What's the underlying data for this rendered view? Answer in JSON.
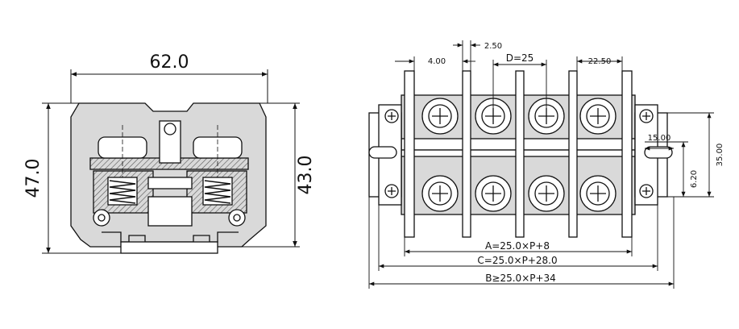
{
  "side_view": {
    "width_label": "62.0",
    "height_left_label": "47.0",
    "height_right_label": "43.0"
  },
  "top_view": {
    "dim_4": "4.00",
    "dim_250": "2.50",
    "dim_d": "D=25",
    "dim_2250": "22.50",
    "dim_1500": "15.00",
    "dim_620": "6.20",
    "dim_3500": "35.00",
    "formula_a": "A=25.0×P+8",
    "formula_c": "C=25.0×P+28.0",
    "formula_b": "B≥25.0×P+34"
  },
  "colors": {
    "line": "#111111",
    "body_fill": "#d9d9d9",
    "hatch": "#555555"
  }
}
